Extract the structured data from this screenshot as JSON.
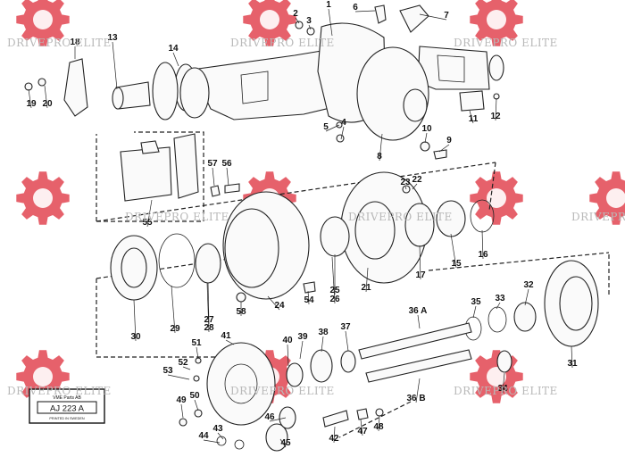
{
  "watermark": {
    "text": "DRIVEPRO ELITE",
    "color": "#e24b57"
  },
  "stamp": {
    "company": "VME Parts AB",
    "code": "AJ 223 A",
    "note": "PRINTED IN SWEDEN"
  },
  "callouts": [
    "1",
    "2",
    "3",
    "4",
    "5",
    "6",
    "7",
    "8",
    "9",
    "10",
    "11",
    "12",
    "13",
    "14",
    "15",
    "16",
    "17",
    "18",
    "19",
    "20",
    "21",
    "22",
    "23",
    "24",
    "25",
    "26",
    "27",
    "28",
    "29",
    "30",
    "31",
    "32",
    "33",
    "34",
    "35",
    "36 A",
    "36 B",
    "37",
    "38",
    "39",
    "40",
    "41",
    "42",
    "43",
    "44",
    "45",
    "46",
    "47",
    "48",
    "49",
    "50",
    "51",
    "52",
    "53",
    "54",
    "55",
    "56",
    "57",
    "58"
  ]
}
